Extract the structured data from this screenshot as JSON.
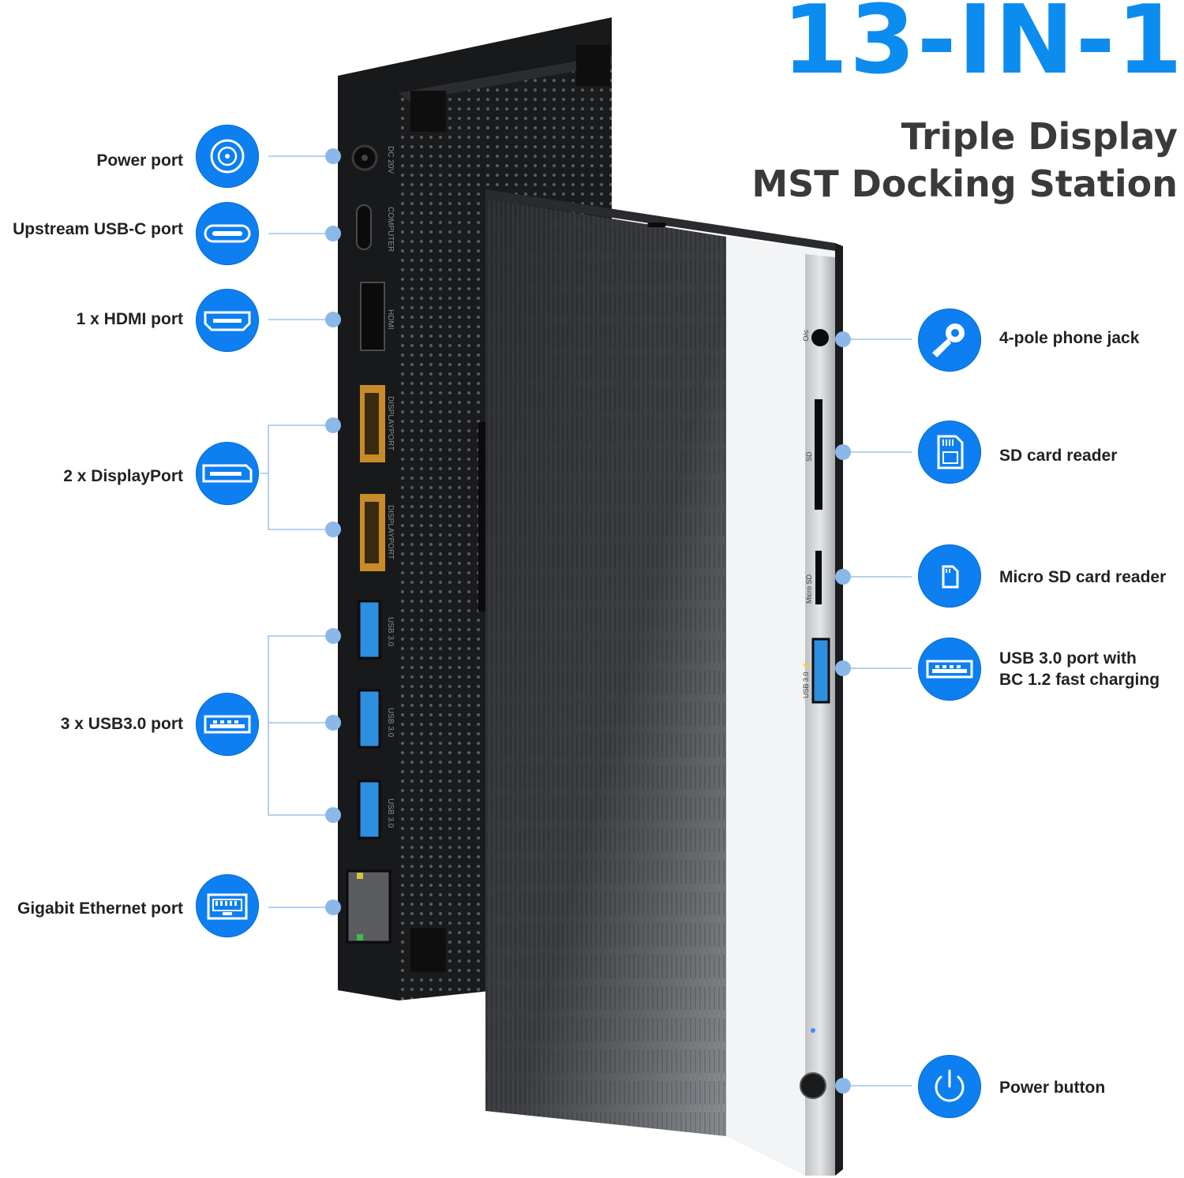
{
  "title": {
    "headline": "13-IN-1",
    "line1": "Triple Display",
    "line2": "MST Docking Station"
  },
  "left_features": [
    {
      "label": "Power port",
      "icon": "power-port-icon"
    },
    {
      "label": "Upstream USB-C port",
      "icon": "usb-c-icon"
    },
    {
      "label": "1 x HDMI port",
      "icon": "hdmi-icon"
    },
    {
      "label": "2 x DisplayPort",
      "icon": "displayport-icon"
    },
    {
      "label": "3 x USB3.0 port",
      "icon": "usb-a-icon"
    },
    {
      "label": "Gigabit Ethernet port",
      "icon": "ethernet-icon"
    }
  ],
  "right_features": [
    {
      "label": "4-pole phone jack",
      "icon": "microphone-icon"
    },
    {
      "label": "SD card reader",
      "icon": "sd-card-icon"
    },
    {
      "label": "Micro SD card reader",
      "icon": "micro-sd-icon"
    },
    {
      "label_line1": "USB 3.0 port with",
      "label_line2": "BC 1.2 fast charging",
      "icon": "usb-a-icon"
    },
    {
      "label": "Power button",
      "icon": "power-button-icon"
    }
  ],
  "device_prints": {
    "dc": "DC 20V",
    "computer": "COMPUTER",
    "hdmi": "HDMI",
    "displayport": "DISPLAYPORT",
    "usb30": "USB 3.0",
    "headset": "O/≤",
    "sd": "SD",
    "micro_sd": "Micro SD",
    "usb30_charge": "USB 3.0 ⚡"
  },
  "colors": {
    "accent": "#0d7ff0",
    "headline": "#0d8cf0",
    "device_dark": "#1e1f21",
    "port_blue": "#2d8fe0",
    "dp_orange": "#c98a2a"
  }
}
